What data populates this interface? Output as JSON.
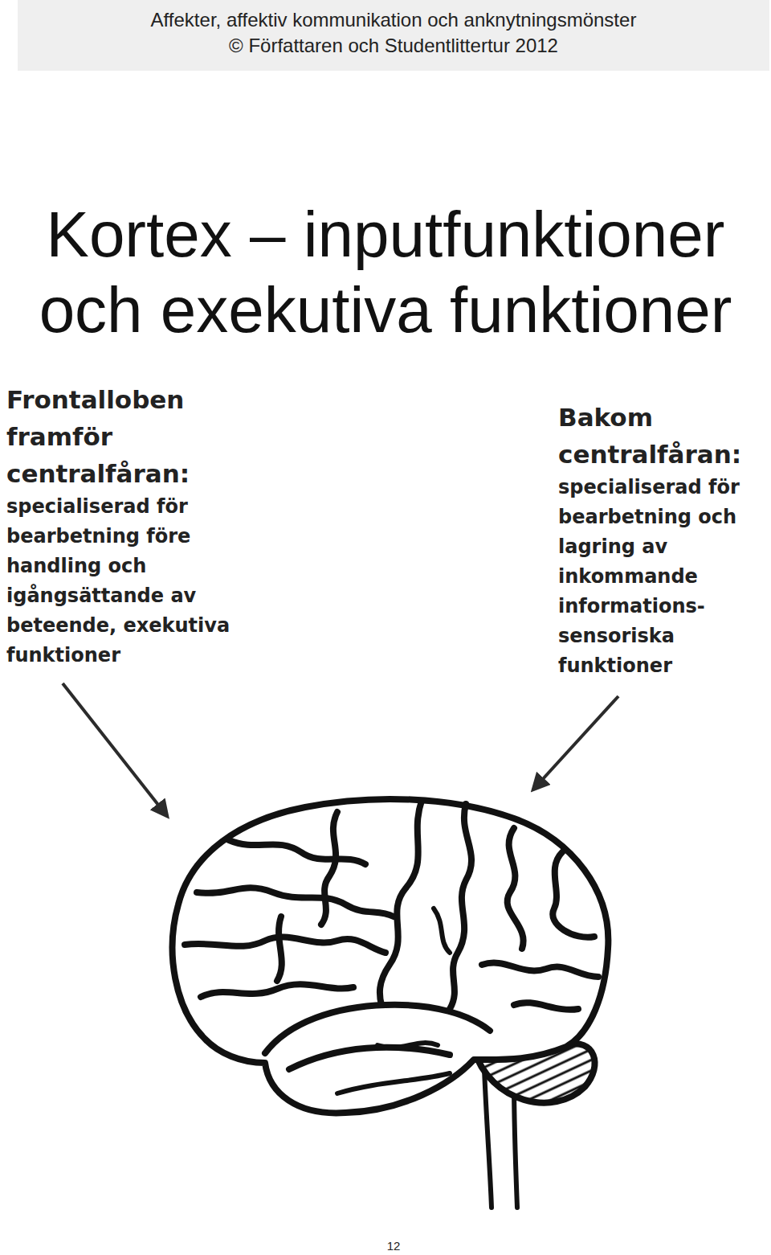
{
  "diagram": {
    "title": "Kortex – inputfunktioner och exekutiva funktioner",
    "labels": [
      "Affekter, affektiv kommunikation och anknytningsmönster",
      "© Författaren och Studentlittertur 2012",
      "Frontalloben framför centralfåran:",
      "specialiserad för bearbetning före handling och igångsättande av beteende, exekutiva funktioner",
      "Bakom centralfåran:",
      "specialiserad för bearbetning och lagring av inkommande informations- sensoriska funktioner",
      "12"
    ]
  }
}
